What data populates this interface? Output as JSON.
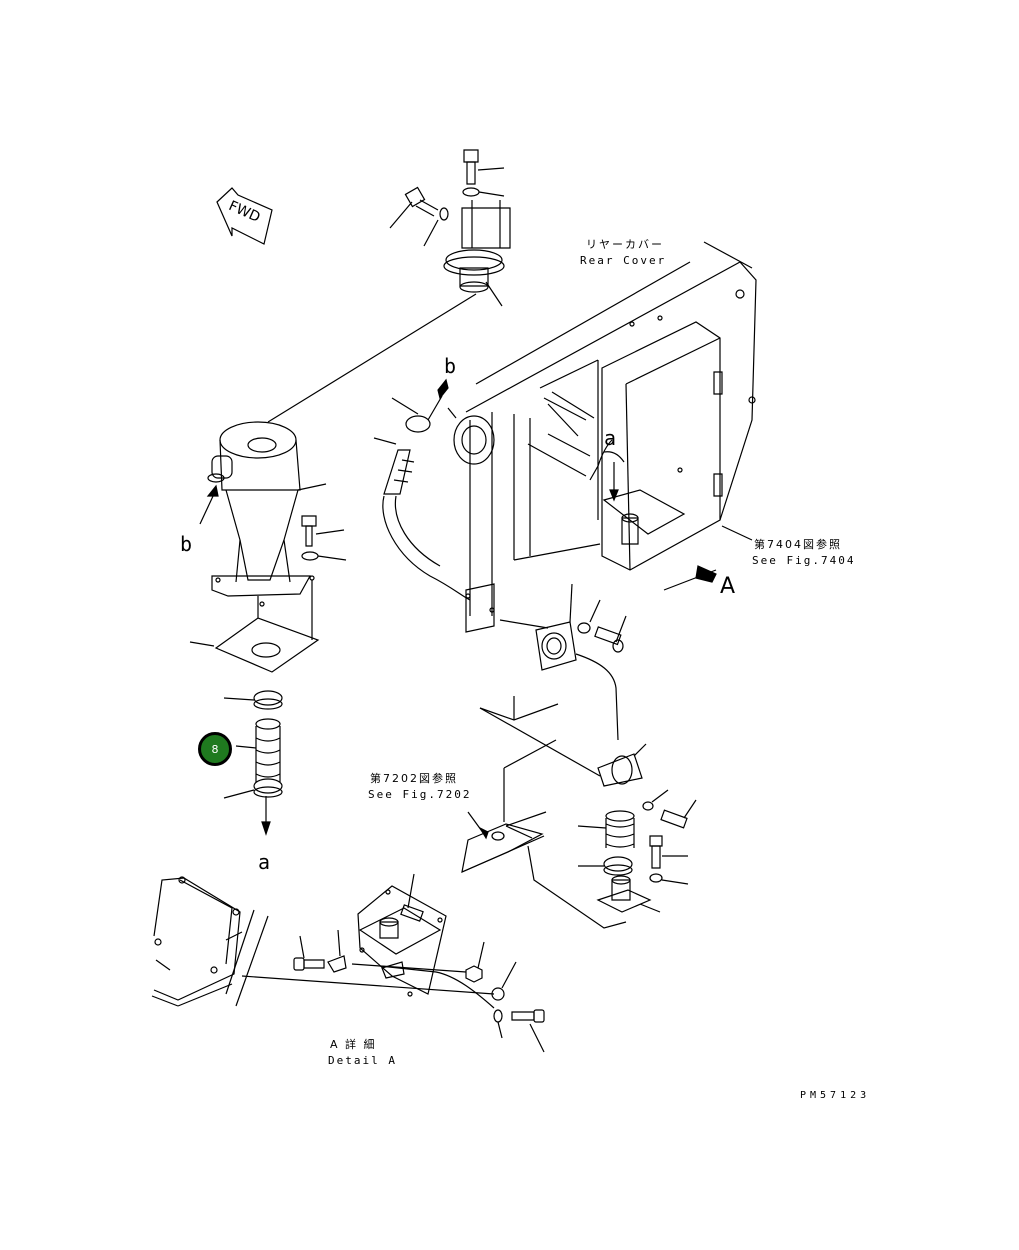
{
  "labels": {
    "fwd": "FWD",
    "rear_cover_jp": "リヤーカバー",
    "rear_cover_en": "Rear Cover",
    "ref_7404_jp": "第7404図参照",
    "ref_7404_en": "See Fig.7404",
    "ref_7202_jp": "第7202図参照",
    "ref_7202_en": "See Fig.7202",
    "detail_jp": "A 詳 細",
    "detail_en": "Detail A",
    "view_a": "A",
    "b_top": "b",
    "b_left": "b",
    "a_right": "a",
    "a_bottom": "a",
    "figure_code": "PM57123"
  },
  "callouts": [
    {
      "number": "8"
    }
  ],
  "colors": {
    "callout_fill": "#1f7a1f",
    "line": "#000000"
  }
}
